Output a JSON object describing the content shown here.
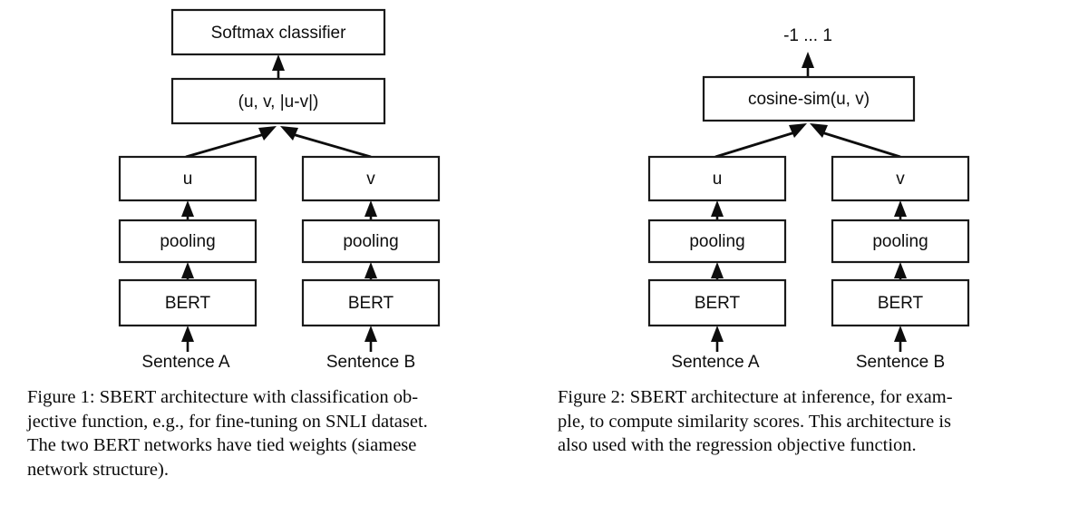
{
  "page": {
    "background_color": "#ffffff",
    "text_color": "#0d0d0d",
    "stroke_color": "#1a1a1a"
  },
  "figure1": {
    "id": "figure-1",
    "nodes": {
      "output": "Softmax classifier",
      "combine": "(u, v, |u-v|)",
      "left_embedding": "u",
      "right_embedding": "v",
      "left_pooling": "pooling",
      "right_pooling": "pooling",
      "left_encoder": "BERT",
      "right_encoder": "BERT",
      "left_input": "Sentence A",
      "right_input": "Sentence B"
    },
    "caption": {
      "line1": "Figure 1: SBERT architecture with classification ob-",
      "line2": "jective function, e.g., for fine-tuning on SNLI dataset.",
      "line3": "The two BERT networks have tied weights (siamese",
      "line4": "network structure)."
    }
  },
  "figure2": {
    "id": "figure-2",
    "nodes": {
      "output": "-1 ... 1",
      "combine": "cosine-sim(u, v)",
      "left_embedding": "u",
      "right_embedding": "v",
      "left_pooling": "pooling",
      "right_pooling": "pooling",
      "left_encoder": "BERT",
      "right_encoder": "BERT",
      "left_input": "Sentence A",
      "right_input": "Sentence B"
    },
    "caption": {
      "line1": "Figure 2: SBERT architecture at inference, for exam-",
      "line2": "ple, to compute similarity scores. This architecture is",
      "line3": "also used with the regression objective function."
    }
  }
}
